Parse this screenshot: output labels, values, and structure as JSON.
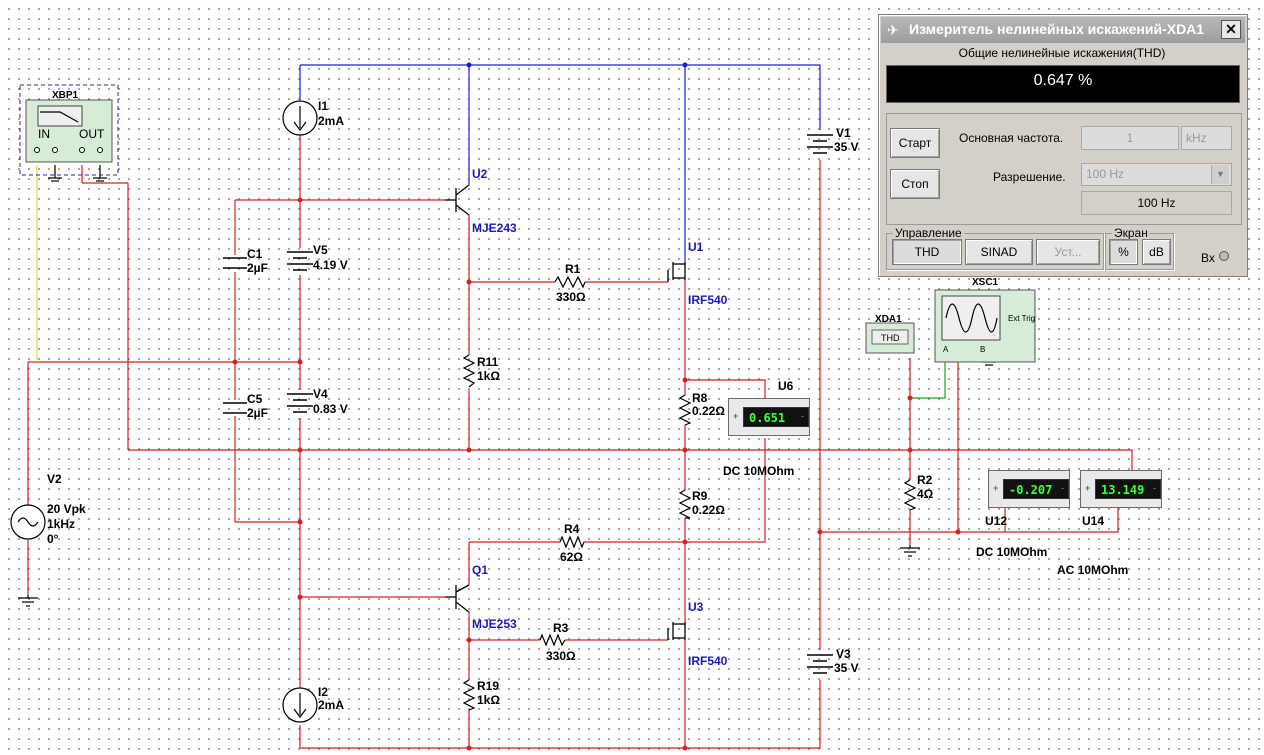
{
  "schematic": {
    "bodeplotter": {
      "name": "XBP1",
      "in": "IN",
      "out": "OUT"
    },
    "distortion_analyzer": {
      "name": "XDA1",
      "label": "THD"
    },
    "oscilloscope": {
      "name": "XSC1",
      "ext_trig": "Ext Trig",
      "a": "A",
      "b": "B"
    },
    "components": {
      "I1": {
        "name": "I1",
        "value": "2mA"
      },
      "I2": {
        "name": "I2",
        "value": "2mA"
      },
      "U2": {
        "name": "U2",
        "model": "MJE243"
      },
      "Q1": {
        "name": "Q1",
        "model": "MJE253"
      },
      "U1": {
        "name": "U1",
        "model": "IRF540"
      },
      "U3": {
        "name": "U3",
        "model": "IRF540"
      },
      "V1": {
        "name": "V1",
        "value": "35 V"
      },
      "V3": {
        "name": "V3",
        "value": "35 V"
      },
      "V5": {
        "name": "V5",
        "value": "4.19 V"
      },
      "V4": {
        "name": "V4",
        "value": "0.83 V"
      },
      "C1": {
        "name": "C1",
        "value": "2µF"
      },
      "C5": {
        "name": "C5",
        "value": "2µF"
      },
      "R1": {
        "name": "R1",
        "value": "330Ω"
      },
      "R3": {
        "name": "R3",
        "value": "330Ω"
      },
      "R4": {
        "name": "R4",
        "value": "62Ω"
      },
      "R11": {
        "name": "R11",
        "value": "1kΩ"
      },
      "R19": {
        "name": "R19",
        "value": "1kΩ"
      },
      "R8": {
        "name": "R8",
        "value": "0.22Ω"
      },
      "R9": {
        "name": "R9",
        "value": "0.22Ω"
      },
      "R2": {
        "name": "R2",
        "value": "4Ω"
      },
      "V2": {
        "name": "V2",
        "amplitude": "20 Vpk",
        "freq": "1kHz",
        "phase": "0°"
      }
    },
    "meters": {
      "U6": {
        "name": "U6",
        "value": "0.651",
        "mode": "DC  10MOhm"
      },
      "U12": {
        "name": "U12",
        "value": "-0.207",
        "mode": "DC  10MOhm"
      },
      "U14": {
        "name": "U14",
        "value": "13.149",
        "mode": "AC  10MOhm"
      }
    }
  },
  "thd_window": {
    "title": "Измеритель нелинейных искажений-XDA1",
    "subtitle": "Общие нелинейные искажения(THD)",
    "reading": "0.647 %",
    "start_label": "Старт",
    "stop_label": "Стоп",
    "fundamental_label": "Основная частота.",
    "fundamental_value": "1",
    "fundamental_unit": "kHz",
    "resolution_label": "Разрешение.",
    "resolution_value": "100 Hz",
    "resolution_display": "100 Hz",
    "control_group": "Управление",
    "thd_button": "THD",
    "sinad_button": "SINAD",
    "settings_button": "Уст...",
    "display_group": "Экран",
    "percent_button": "%",
    "db_button": "dB",
    "input_label": "Вх"
  },
  "colors": {
    "wire_blue": "#1f1fd0",
    "wire_red": "#d42020",
    "wire_green": "#1aa01a",
    "wire_yellow": "#e6d23a",
    "screen_green": "#3cff3c"
  }
}
